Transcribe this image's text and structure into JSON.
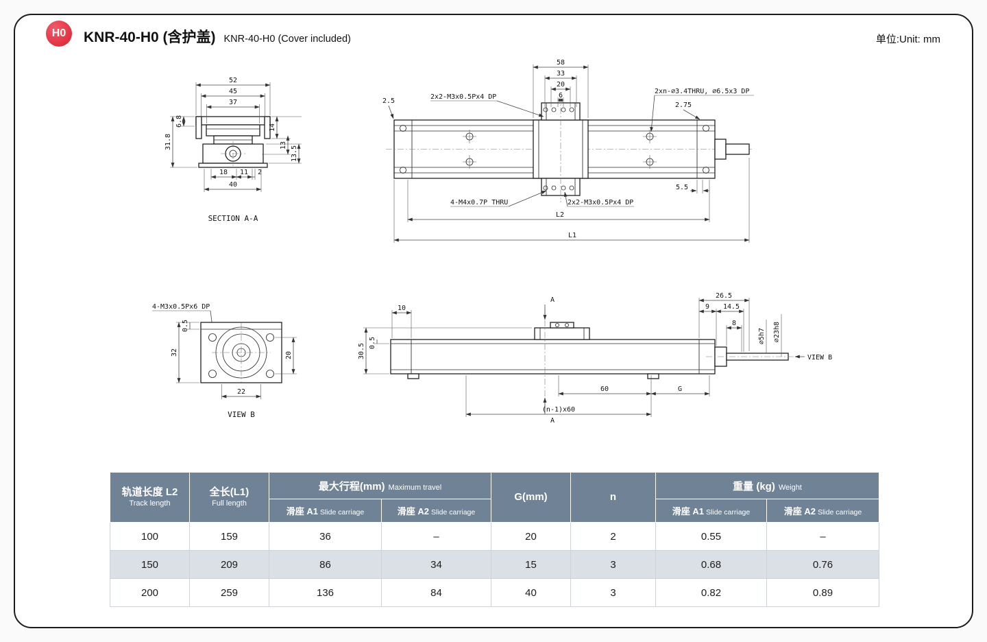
{
  "page": {
    "badge": "H0",
    "title_zh": "KNR-40-H0 (含护盖)",
    "title_en": "KNR-40-H0 (Cover included)",
    "unit": "单位:Unit: mm"
  },
  "sec": {
    "caption": "SECTION A-A",
    "d52": "52",
    "d45": "45",
    "d37": "37",
    "d31_8": "31.8",
    "d6_8": "6.8",
    "d14": "14",
    "d13": "13",
    "d13_5": "13.5",
    "d18": "18",
    "d11": "11",
    "d2": "2",
    "d40": "40"
  },
  "top": {
    "d58": "58",
    "d33": "33",
    "d20": "20",
    "d6": "6",
    "d2_5": "2.5",
    "d2_75": "2.75",
    "d5_5": "5.5",
    "L2": "L2",
    "L1": "L1",
    "lbl_tl": "2x2-M3x0.5Px4 DP",
    "lbl_tr": "2xn-∅3.4THRU, ∅6.5x3 DP",
    "lbl_bl": "4-M4x0.7P THRU",
    "lbl_br": "2x2-M3x0.5Px4 DP"
  },
  "vb": {
    "caption": "VIEW B",
    "lbl": "4-M3x0.5Px6 DP",
    "d32": "32",
    "d0_5": "0.5",
    "d20": "20",
    "d22": "22"
  },
  "side": {
    "d10": "10",
    "d30_5": "30.5",
    "d0_5": "0.5",
    "d26_5": "26.5",
    "d9": "9",
    "d14_5": "14.5",
    "d8": "8",
    "dia5": "∅5h7",
    "dia23": "∅23h8",
    "d60": "60",
    "G": "G",
    "n60": "(n-1)x60",
    "A_top": "A",
    "A_bottom": "A",
    "view_b": "VIEW B"
  },
  "table": {
    "h_track_zh": "轨道长度 L2",
    "h_track_en": "Track length",
    "h_full_zh": "全长(L1)",
    "h_full_en": "Full length",
    "h_travel_zh": "最大行程(mm)",
    "h_travel_en": "Maximum travel",
    "h_g": "G(mm)",
    "h_n": "n",
    "h_weight_zh": "重量 (kg)",
    "h_weight_en": "Weight",
    "h_a1_zh": "滑座 A1",
    "h_a1_en": "Slide carriage",
    "h_a2_zh": "滑座 A2",
    "h_a2_en": "Slide carriage",
    "h_wa1_zh": "滑座 A1",
    "h_wa1_en": "Slide carriage",
    "h_wa2_zh": "滑座 A2",
    "h_wa2_en": "Slide carriage",
    "rows": [
      [
        "100",
        "159",
        "36",
        "–",
        "20",
        "2",
        "0.55",
        "–"
      ],
      [
        "150",
        "209",
        "86",
        "34",
        "15",
        "3",
        "0.68",
        "0.76"
      ],
      [
        "200",
        "259",
        "136",
        "84",
        "40",
        "3",
        "0.82",
        "0.89"
      ]
    ]
  }
}
